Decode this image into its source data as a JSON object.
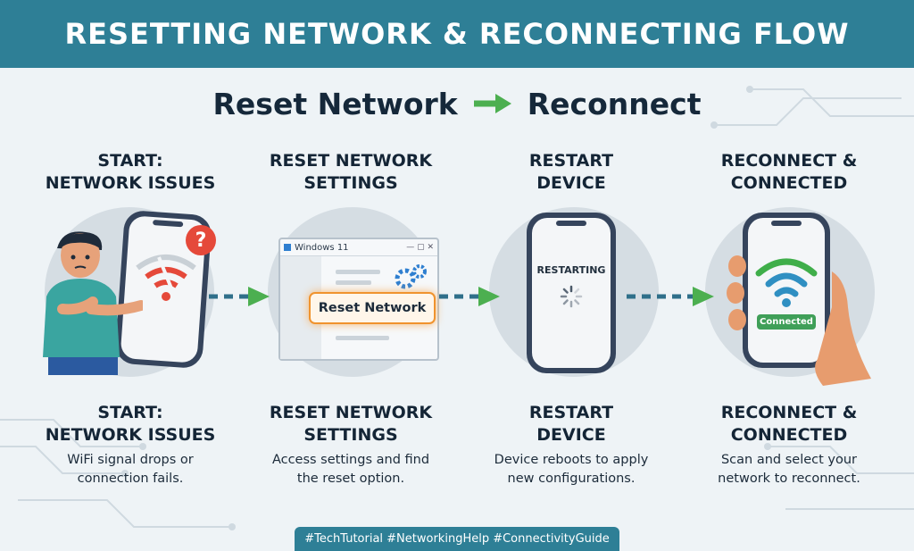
{
  "header": {
    "title": "RESETTING NETWORK & RECONNECTING FLOW"
  },
  "flow": {
    "from": "Reset Network",
    "to": "Reconnect"
  },
  "steps": [
    {
      "title_line1": "START:",
      "title_line2": "NETWORK ISSUES",
      "desc_line1": "WiFi signal drops or",
      "desc_line2": "connection fails."
    },
    {
      "title_line1": "RESET NETWORK",
      "title_line2": "SETTINGS",
      "desc_line1": "Access settings and find",
      "desc_line2": "the reset option."
    },
    {
      "title_line1": "RESTART",
      "title_line2": "DEVICE",
      "desc_line1": "Device reboots to apply",
      "desc_line2": "new configurations."
    },
    {
      "title_line1": "RECONNECT &",
      "title_line2": "CONNECTED",
      "desc_line1": "Scan and select your",
      "desc_line2": "network to reconnect."
    }
  ],
  "illustrations": {
    "question_mark": "?",
    "window_title": "Windows 11",
    "reset_button": "Reset Network",
    "restarting_label": "RESTARTING",
    "connected_badge": "Connected"
  },
  "footer": {
    "hashtags": "#TechTutorial #NetworkingHelp #ConnectivityGuide"
  },
  "colors": {
    "banner": "#2e7f96",
    "arrow": "#4caf50",
    "highlight": "#f0932e",
    "wifi_broken": "#e5493a",
    "wifi_ok_1": "#3fae4a",
    "wifi_ok_2": "#2f8fc2"
  }
}
